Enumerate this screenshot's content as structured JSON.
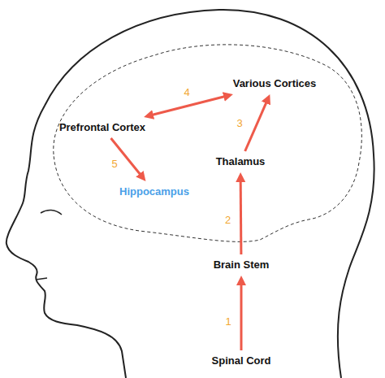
{
  "diagram": {
    "nodes": [
      {
        "text": [
          "Various Cortices"
        ]
      },
      {
        "text": [
          "Prefrontal Cortex"
        ]
      },
      {
        "text": [
          "Thalamus"
        ]
      },
      {
        "text": [
          "Hippocampus"
        ]
      },
      {
        "text": [
          "Brain Stem"
        ]
      },
      {
        "text": [
          "Spinal Cord"
        ]
      }
    ],
    "edges": [
      {
        "from": 5,
        "to": 4,
        "label": "1",
        "arrow": "to"
      },
      {
        "from": 4,
        "to": 2,
        "label": "2",
        "arrow": "to"
      },
      {
        "from": 2,
        "to": 0,
        "label": "3",
        "arrow": "to"
      },
      {
        "from": 1,
        "to": 0,
        "label": "4",
        "arrow": "both"
      },
      {
        "from": 1,
        "to": 3,
        "label": "5",
        "arrow": "to"
      }
    ]
  }
}
